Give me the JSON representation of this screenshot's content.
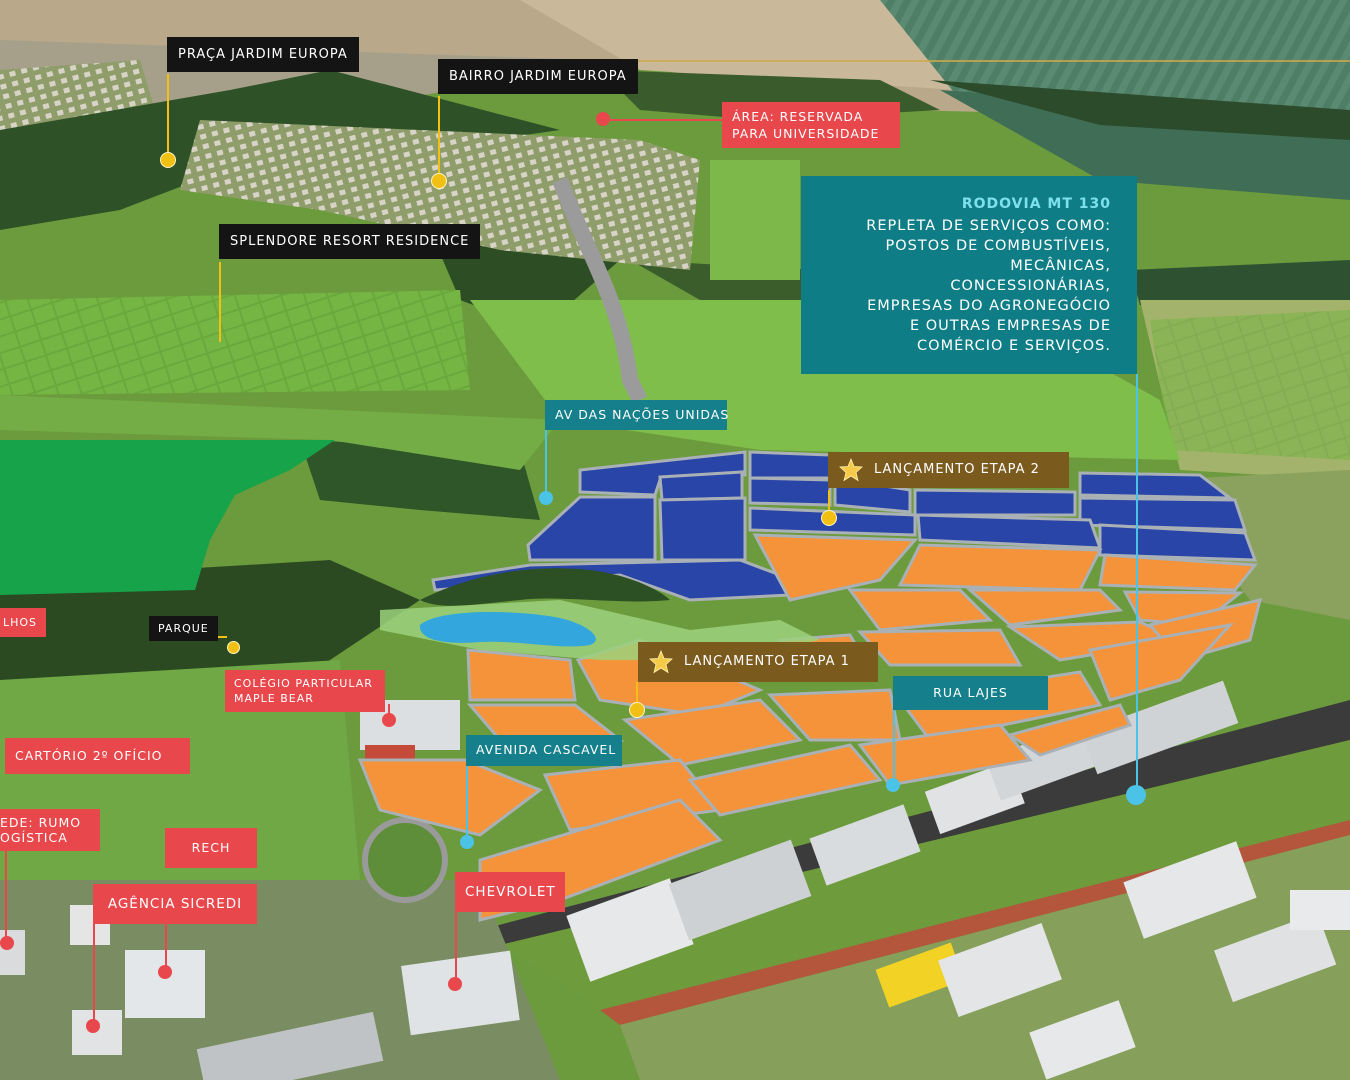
{
  "map": {
    "colors": {
      "etapa1_fill": "#f5933a",
      "etapa2_fill": "#2a45a8",
      "park_fill": "#17a34a",
      "lake_fill": "#32a6dd",
      "label_black": "#141414",
      "label_red": "#e8474c",
      "label_teal": "#15808c",
      "label_brown": "#7b5a1e",
      "pin_yellow": "#f2c014",
      "pin_blue": "#4bc3e6"
    },
    "labels": {
      "praca": "PRAÇA JARDIM EUROPA",
      "bairro": "BAIRRO JARDIM EUROPA",
      "area_1": "ÁREA: RESERVADA",
      "area_2": "PARA UNIVERSIDADE",
      "splendore": "SPLENDORE RESORT RESIDENCE",
      "av_nacoes": "AV DAS NAÇÕES UNIDAS",
      "etapa2": "LANÇAMENTO ETAPA 2",
      "etapa1": "LANÇAMENTO ETAPA 1",
      "alhos": "LHOS",
      "parque": "PARQUE",
      "maple_1": "COLÉGIO PARTICULAR",
      "maple_2": "MAPLE BEAR",
      "rua_lajes": "RUA LAJES",
      "cartorio": "CARTÓRIO 2º OFÍCIO",
      "avenida_cascavel": "AVENIDA CASCAVEL",
      "sede_1": "EDE: RUMO",
      "sede_2": "OGÍSTICA",
      "rech": "RECH",
      "sicredi": "AGÊNCIA SICREDI",
      "chevrolet": "CHEVROLET"
    },
    "info_box": {
      "title": "RODOVIA MT 130",
      "lines": [
        "REPLETA DE SERVIÇOS COMO:",
        "POSTOS DE COMBUSTÍVEIS,",
        "MECÂNICAS,",
        "CONCESSIONÁRIAS,",
        "EMPRESAS DO AGRONEGÓCIO",
        "E OUTRAS EMPRESAS DE",
        "COMÉRCIO E SERVIÇOS."
      ]
    },
    "icons": {
      "star": "star-icon"
    }
  }
}
